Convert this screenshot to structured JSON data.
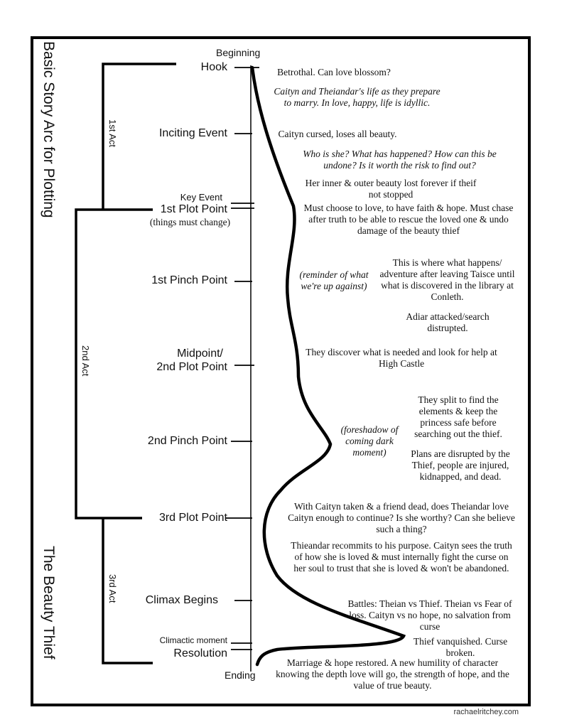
{
  "titles": {
    "main": "Basic Story Arc for Plotting",
    "book": "The Beauty Thief"
  },
  "acts": [
    "1st Act",
    "2nd Act",
    "3rd Act"
  ],
  "timeline": {
    "beginning": "Beginning",
    "ending": "Ending",
    "points": {
      "hook": "Hook",
      "inciting": "Inciting Event",
      "key_event": "Key Event",
      "plot1": "1st Plot Point",
      "plot1_note": "(things must change)",
      "pinch1": "1st Pinch Point",
      "midpoint1": "Midpoint/",
      "midpoint2": "2nd Plot Point",
      "pinch2": "2nd Pinch Point",
      "plot3": "3rd Plot Point",
      "climax": "Climax Begins",
      "climactic": "Climactic moment",
      "resolution": "Resolution"
    }
  },
  "notes": {
    "n1": "Betrothal. Can love blossom?",
    "n2": "Caityn and Theiandar's life as they prepare to marry. In love, happy, life is idyllic.",
    "n3": "Caityn cursed, loses all beauty.",
    "n4": "Who is she? What has happened? How can this be undone? Is it worth the risk to find out?",
    "n5": "Her inner & outer beauty lost forever if theif not stopped",
    "n6": "Must choose to love, to have faith & hope. Must chase after truth to be able to rescue the loved one & undo damage of the beauty thief",
    "reminder": "(reminder of what we're up against)",
    "n7": "This is where what happens/ adventure after leaving Taisce until what is discovered in the library at Conleth.",
    "n8": "Adiar attacked/search distrupted.",
    "n9": "They discover what is needed and look for help at High Castle",
    "foreshadow": "(foreshadow of coming dark moment)",
    "n10": "They split to find the elements & keep the princess safe before searching out the thief.",
    "n11": "Plans are disrupted by the Thief, people are injured, kidnapped, and dead.",
    "n12": "With Caityn taken & a friend dead, does Theiandar love Caityn enough to continue? Is she worthy? Can she believe such a thing?",
    "n13": "Thieandar recommits to his purpose. Caityn sees the truth of how she is loved & must internally fight the curse on her soul to trust that she is loved & won't be abandoned.",
    "n14": "Battles: Theian vs Thief. Theian vs Fear of loss. Caityn vs no hope, no salvation from curse",
    "n15": "Thief vanquished. Curse broken.",
    "n16": "Marriage & hope restored. A new humility of character knowing the depth love will go, the strength of hope, and the value of true beauty."
  },
  "credit": "rachaelritchey.com"
}
